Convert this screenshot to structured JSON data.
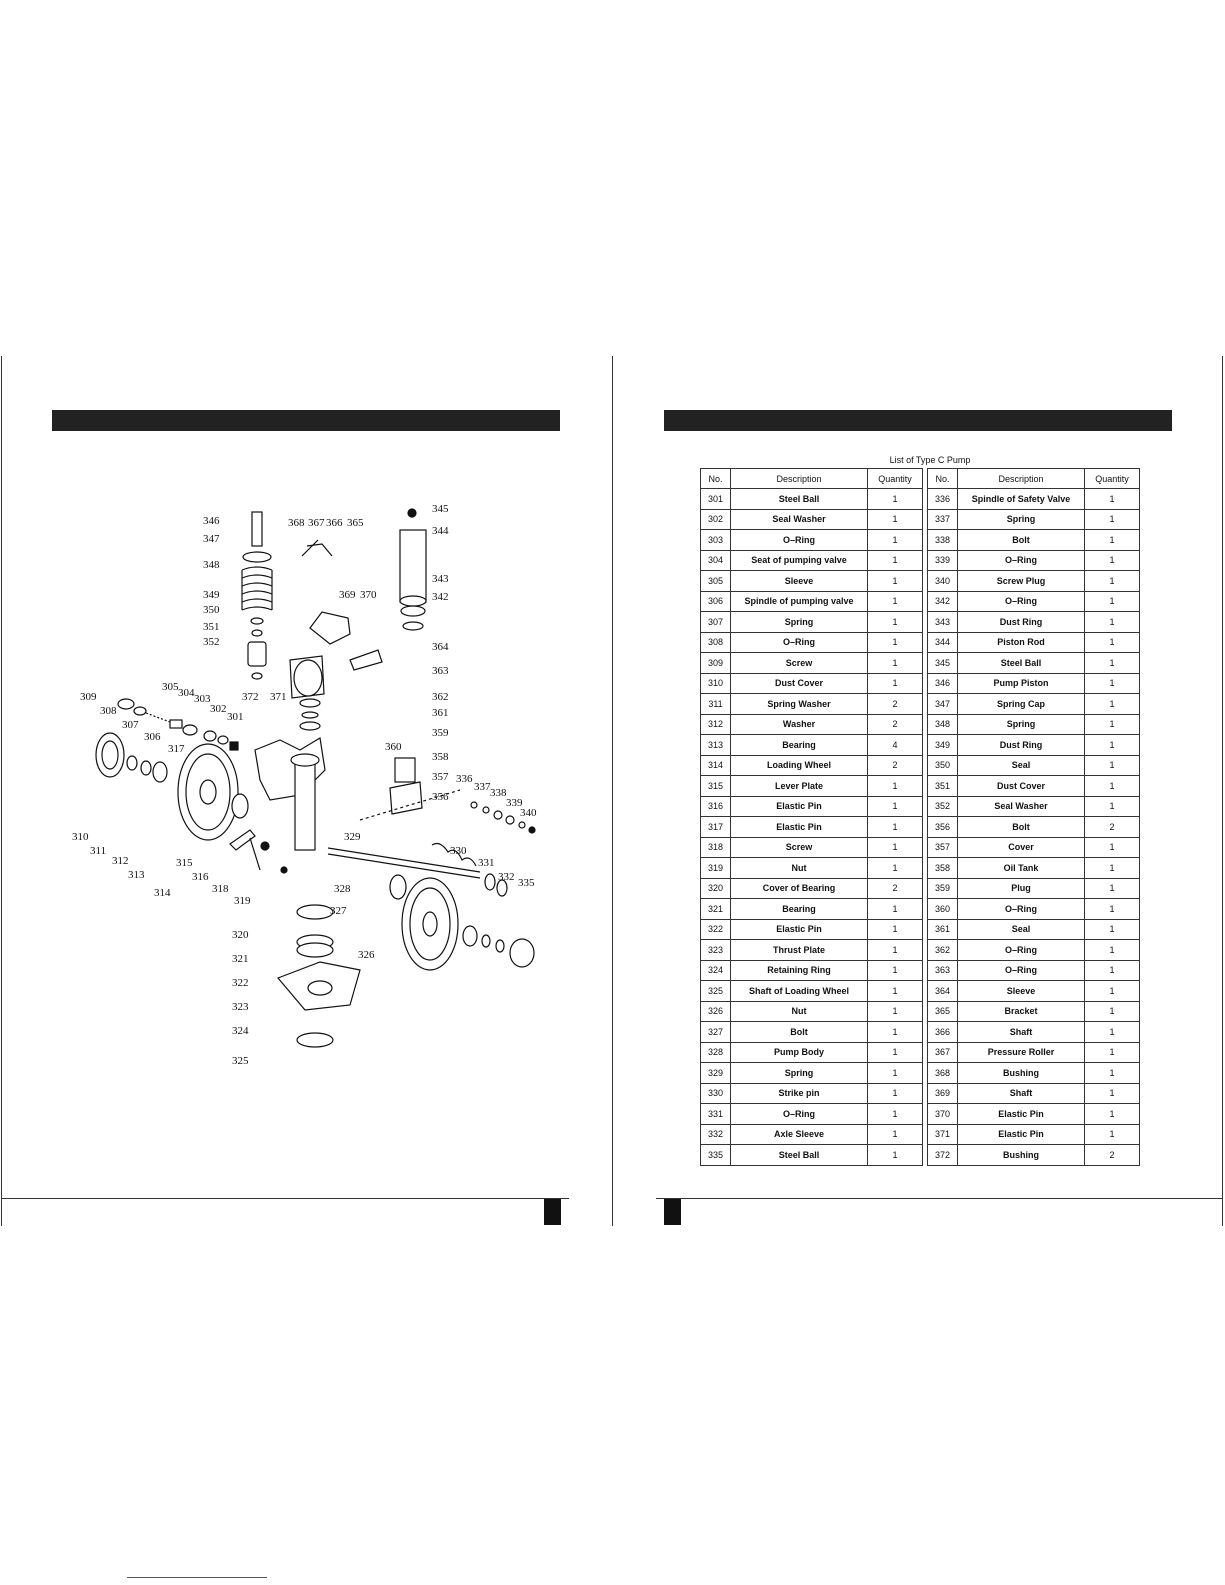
{
  "left_page": {
    "callouts": [
      "346",
      "347",
      "348",
      "349",
      "350",
      "351",
      "352",
      "368",
      "367",
      "366",
      "365",
      "345",
      "344",
      "343",
      "342",
      "369",
      "370",
      "364",
      "363",
      "362",
      "361",
      "360",
      "359",
      "358",
      "357",
      "356",
      "309",
      "308",
      "307",
      "306",
      "305",
      "304",
      "303",
      "302",
      "301",
      "317",
      "372",
      "371",
      "310",
      "311",
      "312",
      "313",
      "314",
      "315",
      "316",
      "318",
      "319",
      "320",
      "321",
      "322",
      "323",
      "324",
      "325",
      "326",
      "327",
      "328",
      "329",
      "330",
      "331",
      "332",
      "335",
      "336",
      "337",
      "338",
      "339",
      "340"
    ]
  },
  "right_page": {
    "table_title": "List of Type C Pump",
    "headers": {
      "no": "No.",
      "description": "Description",
      "quantity": "Quantity"
    },
    "left_column": [
      {
        "no": "301",
        "desc": "Steel Ball",
        "qty": "1"
      },
      {
        "no": "302",
        "desc": "Seal Washer",
        "qty": "1"
      },
      {
        "no": "303",
        "desc": "O–Ring",
        "qty": "1"
      },
      {
        "no": "304",
        "desc": "Seat of pumping valve",
        "qty": "1"
      },
      {
        "no": "305",
        "desc": "Sleeve",
        "qty": "1"
      },
      {
        "no": "306",
        "desc": "Spindle of pumping valve",
        "qty": "1"
      },
      {
        "no": "307",
        "desc": "Spring",
        "qty": "1"
      },
      {
        "no": "308",
        "desc": "O–Ring",
        "qty": "1"
      },
      {
        "no": "309",
        "desc": "Screw",
        "qty": "1"
      },
      {
        "no": "310",
        "desc": "Dust Cover",
        "qty": "1"
      },
      {
        "no": "311",
        "desc": "Spring Washer",
        "qty": "2"
      },
      {
        "no": "312",
        "desc": "Washer",
        "qty": "2"
      },
      {
        "no": "313",
        "desc": "Bearing",
        "qty": "4"
      },
      {
        "no": "314",
        "desc": "Loading Wheel",
        "qty": "2"
      },
      {
        "no": "315",
        "desc": "Lever Plate",
        "qty": "1"
      },
      {
        "no": "316",
        "desc": "Elastic Pin",
        "qty": "1"
      },
      {
        "no": "317",
        "desc": "Elastic Pin",
        "qty": "1"
      },
      {
        "no": "318",
        "desc": "Screw",
        "qty": "1"
      },
      {
        "no": "319",
        "desc": "Nut",
        "qty": "1"
      },
      {
        "no": "320",
        "desc": "Cover of Bearing",
        "qty": "2"
      },
      {
        "no": "321",
        "desc": "Bearing",
        "qty": "1"
      },
      {
        "no": "322",
        "desc": "Elastic Pin",
        "qty": "1"
      },
      {
        "no": "323",
        "desc": "Thrust Plate",
        "qty": "1"
      },
      {
        "no": "324",
        "desc": "Retaining Ring",
        "qty": "1"
      },
      {
        "no": "325",
        "desc": "Shaft of Loading Wheel",
        "qty": "1"
      },
      {
        "no": "326",
        "desc": "Nut",
        "qty": "1"
      },
      {
        "no": "327",
        "desc": "Bolt",
        "qty": "1"
      },
      {
        "no": "328",
        "desc": "Pump Body",
        "qty": "1"
      },
      {
        "no": "329",
        "desc": "Spring",
        "qty": "1"
      },
      {
        "no": "330",
        "desc": "Strike pin",
        "qty": "1"
      },
      {
        "no": "331",
        "desc": "O–Ring",
        "qty": "1"
      },
      {
        "no": "332",
        "desc": "Axle Sleeve",
        "qty": "1"
      },
      {
        "no": "335",
        "desc": "Steel Ball",
        "qty": "1"
      }
    ],
    "right_column": [
      {
        "no": "336",
        "desc": "Spindle of Safety Valve",
        "qty": "1"
      },
      {
        "no": "337",
        "desc": "Spring",
        "qty": "1"
      },
      {
        "no": "338",
        "desc": "Bolt",
        "qty": "1"
      },
      {
        "no": "339",
        "desc": "O–Ring",
        "qty": "1"
      },
      {
        "no": "340",
        "desc": "Screw Plug",
        "qty": "1"
      },
      {
        "no": "342",
        "desc": "O–Ring",
        "qty": "1"
      },
      {
        "no": "343",
        "desc": "Dust Ring",
        "qty": "1"
      },
      {
        "no": "344",
        "desc": "Piston Rod",
        "qty": "1"
      },
      {
        "no": "345",
        "desc": "Steel Ball",
        "qty": "1"
      },
      {
        "no": "346",
        "desc": "Pump Piston",
        "qty": "1"
      },
      {
        "no": "347",
        "desc": "Spring Cap",
        "qty": "1"
      },
      {
        "no": "348",
        "desc": "Spring",
        "qty": "1"
      },
      {
        "no": "349",
        "desc": "Dust Ring",
        "qty": "1"
      },
      {
        "no": "350",
        "desc": "Seal",
        "qty": "1"
      },
      {
        "no": "351",
        "desc": "Dust Cover",
        "qty": "1"
      },
      {
        "no": "352",
        "desc": "Seal Washer",
        "qty": "1"
      },
      {
        "no": "356",
        "desc": "Bolt",
        "qty": "2"
      },
      {
        "no": "357",
        "desc": "Cover",
        "qty": "1"
      },
      {
        "no": "358",
        "desc": "Oil Tank",
        "qty": "1"
      },
      {
        "no": "359",
        "desc": "Plug",
        "qty": "1"
      },
      {
        "no": "360",
        "desc": "O–Ring",
        "qty": "1"
      },
      {
        "no": "361",
        "desc": "Seal",
        "qty": "1"
      },
      {
        "no": "362",
        "desc": "O–Ring",
        "qty": "1"
      },
      {
        "no": "363",
        "desc": "O–Ring",
        "qty": "1"
      },
      {
        "no": "364",
        "desc": "Sleeve",
        "qty": "1"
      },
      {
        "no": "365",
        "desc": "Bracket",
        "qty": "1"
      },
      {
        "no": "366",
        "desc": "Shaft",
        "qty": "1"
      },
      {
        "no": "367",
        "desc": "Pressure Roller",
        "qty": "1"
      },
      {
        "no": "368",
        "desc": "Bushing",
        "qty": "1"
      },
      {
        "no": "369",
        "desc": "Shaft",
        "qty": "1"
      },
      {
        "no": "370",
        "desc": "Elastic Pin",
        "qty": "1"
      },
      {
        "no": "371",
        "desc": "Elastic Pin",
        "qty": "1"
      },
      {
        "no": "372",
        "desc": "Bushing",
        "qty": "2"
      }
    ]
  }
}
